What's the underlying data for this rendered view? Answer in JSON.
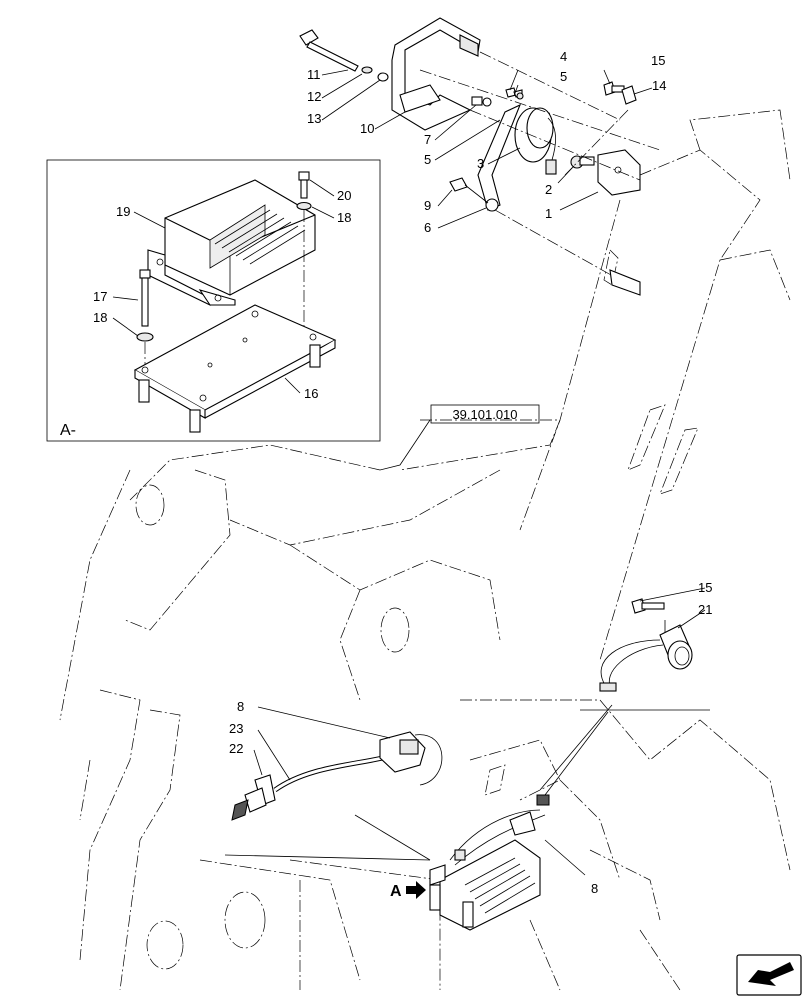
{
  "detail_box": {
    "title": "A-"
  },
  "reference_tag": "39.101.010",
  "callouts": {
    "c1": "1",
    "c2": "2",
    "c3": "3",
    "c4": "4",
    "c5a": "5",
    "c5b": "5",
    "c6": "6",
    "c7": "7",
    "c8a": "8",
    "c8b": "8",
    "c9": "9",
    "c10": "10",
    "c11": "11",
    "c12": "12",
    "c13": "13",
    "c14": "14",
    "c15a": "15",
    "c15b": "15",
    "c16": "16",
    "c17": "17",
    "c18a": "18",
    "c18b": "18",
    "c19": "19",
    "c20": "20",
    "c21": "21",
    "c22": "22",
    "c23": "23"
  },
  "view_marker": {
    "label": "A"
  },
  "icons": {
    "direction": "back-arrow-icon"
  }
}
